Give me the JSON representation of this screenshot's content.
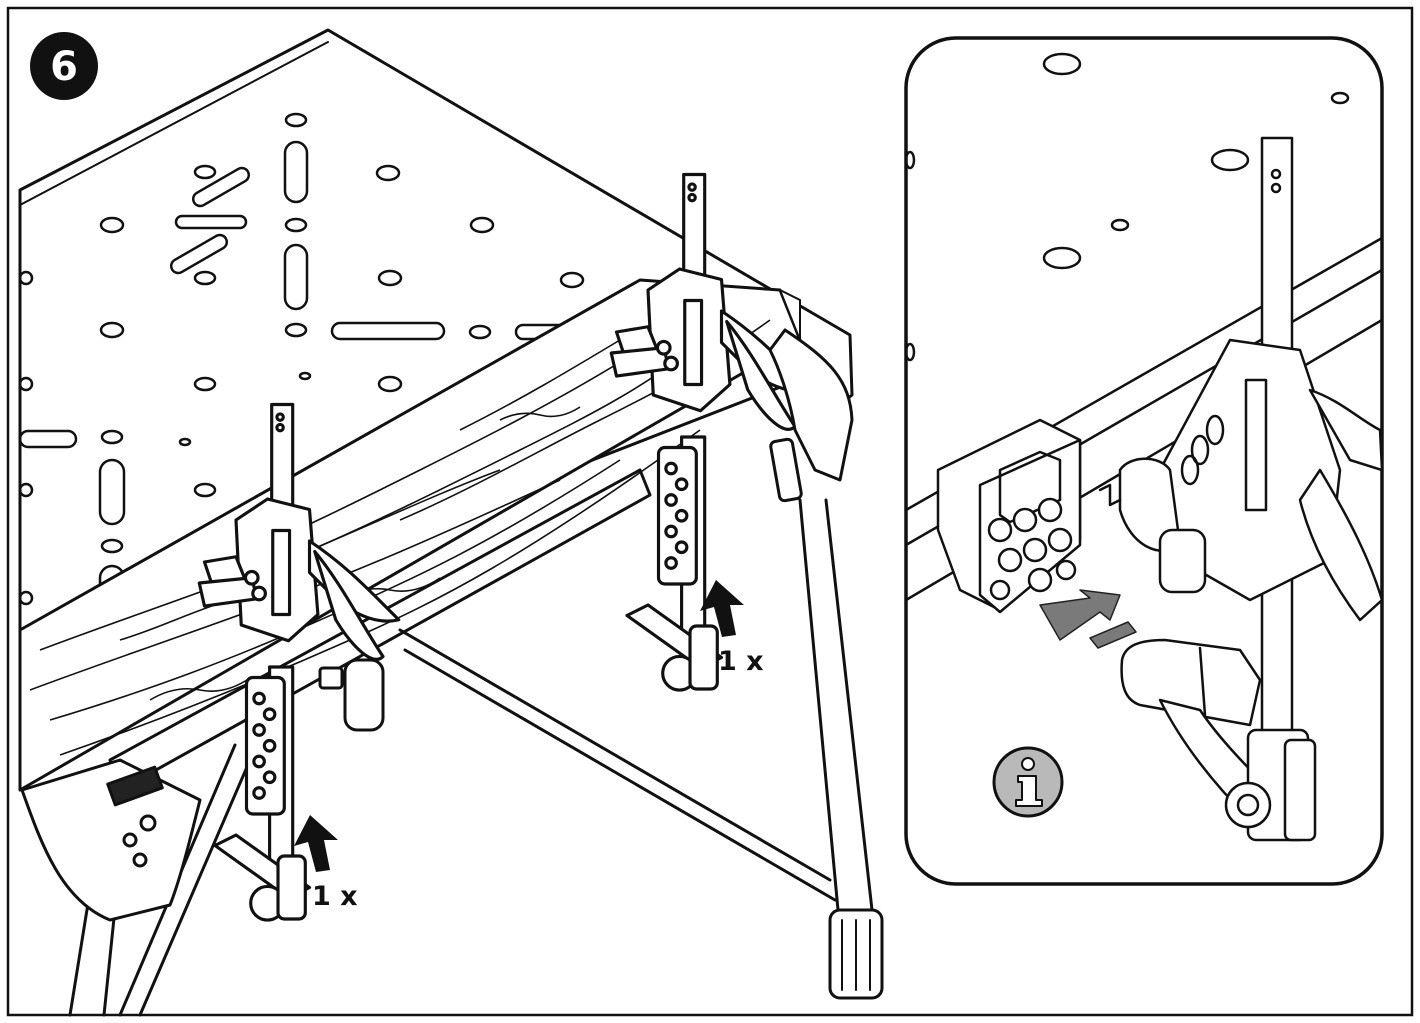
{
  "step": {
    "number": "6"
  },
  "callouts": [
    {
      "id": "left-clamp",
      "label": "1 x"
    },
    {
      "id": "right-clamp",
      "label": "1 x"
    }
  ],
  "inset": {
    "info_icon": "info-icon"
  },
  "colors": {
    "ink": "#111111",
    "arrow": "#111111",
    "inset_arrow": "#7a7a7a",
    "info_fill": "#b9b9b9"
  }
}
